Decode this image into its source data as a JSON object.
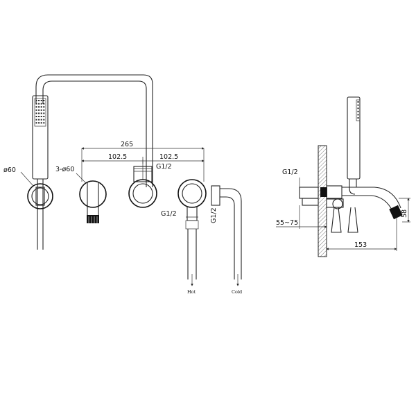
{
  "dimensions": {
    "overall_width": "265",
    "spacing_left": "102.5",
    "spacing_right": "102.5",
    "thread_top": "G1/2",
    "thread_hot": "G1/2",
    "thread_cold": "G1/2",
    "handshower_plate": "ø60",
    "rosettes": "3-ø60",
    "thread_side": "G1/2",
    "wall_depth": "55~75",
    "spout_projection": "153",
    "spout_height": "58"
  },
  "labels": {
    "hot": "Hot",
    "cold": "Cold"
  },
  "colors": {
    "line": "#222222",
    "background": "#ffffff"
  }
}
